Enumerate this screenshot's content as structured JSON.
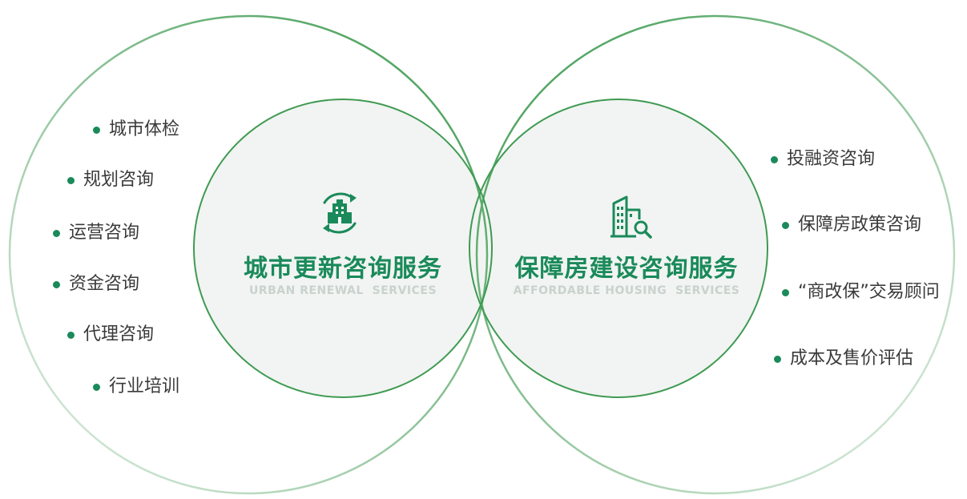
{
  "colors": {
    "accent": "#1a8a5a",
    "ring": "#3f9a52",
    "inner_fill": "#f1f4f2",
    "subtitle": "#c9d2cd",
    "text": "#3a3a3a"
  },
  "left": {
    "icon": "building-refresh-icon",
    "title": "城市更新咨询服务",
    "subtitle": "URBAN RENEWAL  SERVICES",
    "items": [
      "城市体检",
      "规划咨询",
      "运营咨询",
      "资金咨询",
      "代理咨询",
      "行业培训"
    ]
  },
  "right": {
    "icon": "building-search-icon",
    "title": "保障房建设咨询服务",
    "subtitle": "AFFORDABLE HOUSING  SERVICES",
    "items": [
      "投融资咨询",
      "保障房政策咨询",
      "“商改保”交易顾问",
      "成本及售价评估"
    ]
  }
}
